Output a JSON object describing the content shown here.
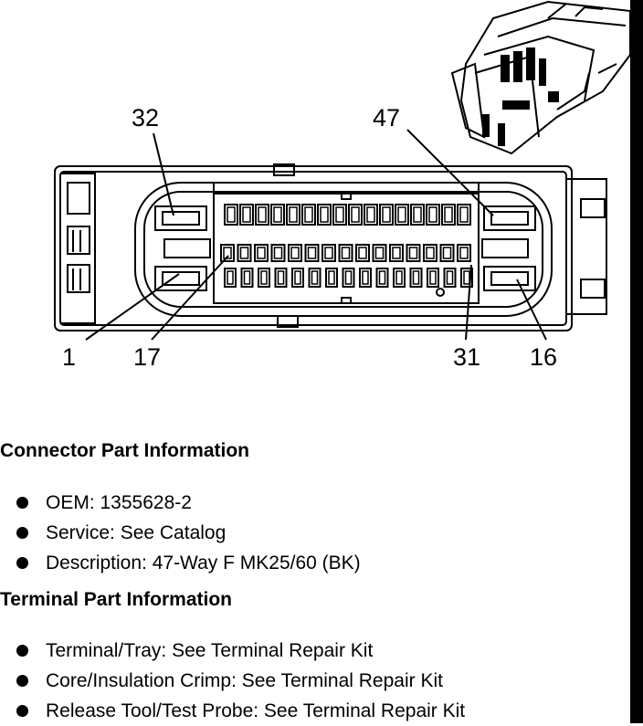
{
  "diagram": {
    "pin_labels": {
      "p32": "32",
      "p47": "47",
      "p1": "1",
      "p17": "17",
      "p31": "31",
      "p16": "16"
    }
  },
  "connector_info": {
    "title": "Connector Part Information",
    "items": [
      "OEM: 1355628-2",
      "Service: See Catalog",
      "Description: 47-Way F MK25/60 (BK)"
    ]
  },
  "terminal_info": {
    "title": "Terminal Part Information",
    "items": [
      "Terminal/Tray: See Terminal Repair Kit",
      "Core/Insulation Crimp: See Terminal Repair Kit",
      "Release Tool/Test Probe: See Terminal Repair Kit"
    ]
  }
}
